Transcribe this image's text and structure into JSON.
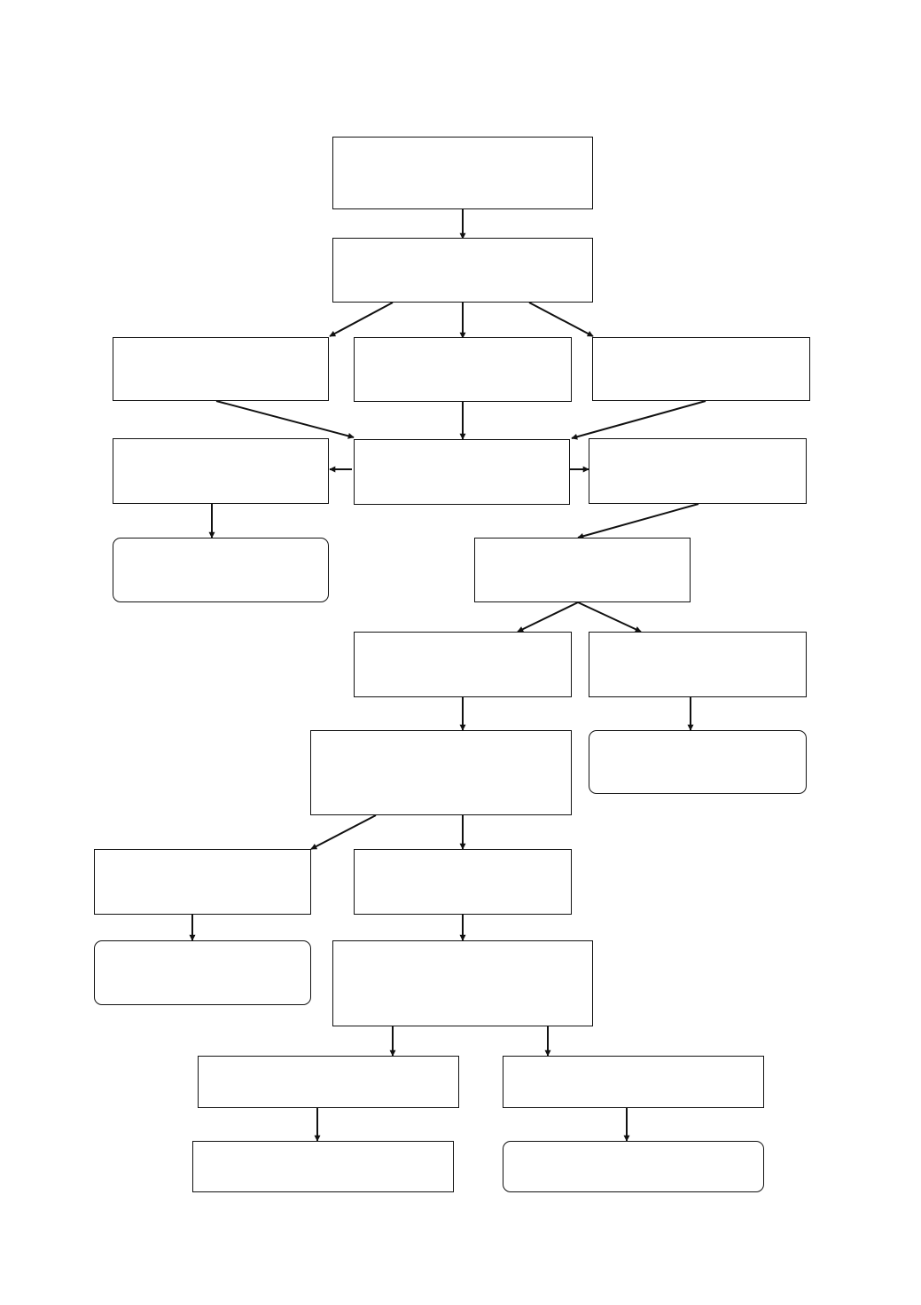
{
  "diagram": {
    "line_color": "#111111",
    "background": "#ffffff",
    "boxes": [
      {
        "id": "n1",
        "shape": "rect",
        "text": ""
      },
      {
        "id": "n2",
        "shape": "rect",
        "text": ""
      },
      {
        "id": "n3",
        "shape": "rect",
        "text": ""
      },
      {
        "id": "n4",
        "shape": "rect",
        "text": ""
      },
      {
        "id": "n5",
        "shape": "rect",
        "text": ""
      },
      {
        "id": "n6",
        "shape": "rect",
        "text": ""
      },
      {
        "id": "n7",
        "shape": "rect",
        "text": ""
      },
      {
        "id": "n8",
        "shape": "rect",
        "text": ""
      },
      {
        "id": "n9",
        "shape": "rounded",
        "text": ""
      },
      {
        "id": "n10",
        "shape": "rect",
        "text": ""
      },
      {
        "id": "n11",
        "shape": "rect",
        "text": ""
      },
      {
        "id": "n12",
        "shape": "rect",
        "text": ""
      },
      {
        "id": "n13",
        "shape": "rect",
        "text": ""
      },
      {
        "id": "n14",
        "shape": "rounded",
        "text": ""
      },
      {
        "id": "n15",
        "shape": "rect",
        "text": ""
      },
      {
        "id": "n16",
        "shape": "rect",
        "text": ""
      },
      {
        "id": "n17",
        "shape": "rounded",
        "text": ""
      },
      {
        "id": "n18",
        "shape": "rect",
        "text": ""
      },
      {
        "id": "n19",
        "shape": "rect",
        "text": ""
      },
      {
        "id": "n20",
        "shape": "rect",
        "text": ""
      },
      {
        "id": "n21",
        "shape": "rect",
        "text": ""
      },
      {
        "id": "n22",
        "shape": "rounded",
        "text": ""
      }
    ],
    "edges": [
      {
        "from": "n1",
        "to": "n2"
      },
      {
        "from": "n2",
        "to": "n3"
      },
      {
        "from": "n2",
        "to": "n4"
      },
      {
        "from": "n2",
        "to": "n5"
      },
      {
        "from": "n3",
        "to": "n7"
      },
      {
        "from": "n4",
        "to": "n7"
      },
      {
        "from": "n5",
        "to": "n7"
      },
      {
        "from": "n7",
        "to": "n6"
      },
      {
        "from": "n7",
        "to": "n8"
      },
      {
        "from": "n6",
        "to": "n9"
      },
      {
        "from": "n8",
        "to": "n10"
      },
      {
        "from": "n10",
        "to": "n11"
      },
      {
        "from": "n10",
        "to": "n12"
      },
      {
        "from": "n11",
        "to": "n13"
      },
      {
        "from": "n12",
        "to": "n14"
      },
      {
        "from": "n13",
        "to": "n15"
      },
      {
        "from": "n13",
        "to": "n16"
      },
      {
        "from": "n15",
        "to": "n17"
      },
      {
        "from": "n16",
        "to": "n18"
      },
      {
        "from": "n18",
        "to": "n19"
      },
      {
        "from": "n18",
        "to": "n20"
      },
      {
        "from": "n19",
        "to": "n21"
      },
      {
        "from": "n20",
        "to": "n22"
      }
    ]
  }
}
